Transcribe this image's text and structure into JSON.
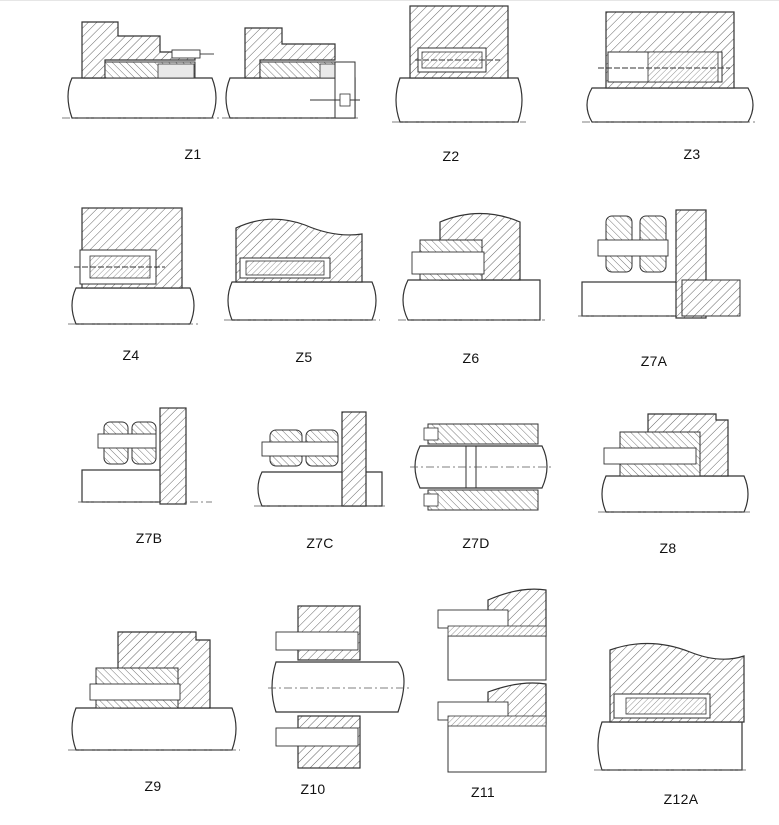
{
  "diagrams": [
    {
      "id": "Z1",
      "label": "Z1"
    },
    {
      "id": "Z2",
      "label": "Z2"
    },
    {
      "id": "Z3",
      "label": "Z3"
    },
    {
      "id": "Z4",
      "label": "Z4"
    },
    {
      "id": "Z5",
      "label": "Z5"
    },
    {
      "id": "Z6",
      "label": "Z6"
    },
    {
      "id": "Z7A",
      "label": "Z7A"
    },
    {
      "id": "Z7B",
      "label": "Z7B"
    },
    {
      "id": "Z7C",
      "label": "Z7C"
    },
    {
      "id": "Z7D",
      "label": "Z7D"
    },
    {
      "id": "Z8",
      "label": "Z8"
    },
    {
      "id": "Z9",
      "label": "Z9"
    },
    {
      "id": "Z10",
      "label": "Z10"
    },
    {
      "id": "Z11",
      "label": "Z11"
    },
    {
      "id": "Z12A",
      "label": "Z12A"
    }
  ],
  "colors": {
    "ink": "#333333",
    "hatch": "#555555",
    "light_fill": "#e9e9e9",
    "background": "#ffffff"
  }
}
